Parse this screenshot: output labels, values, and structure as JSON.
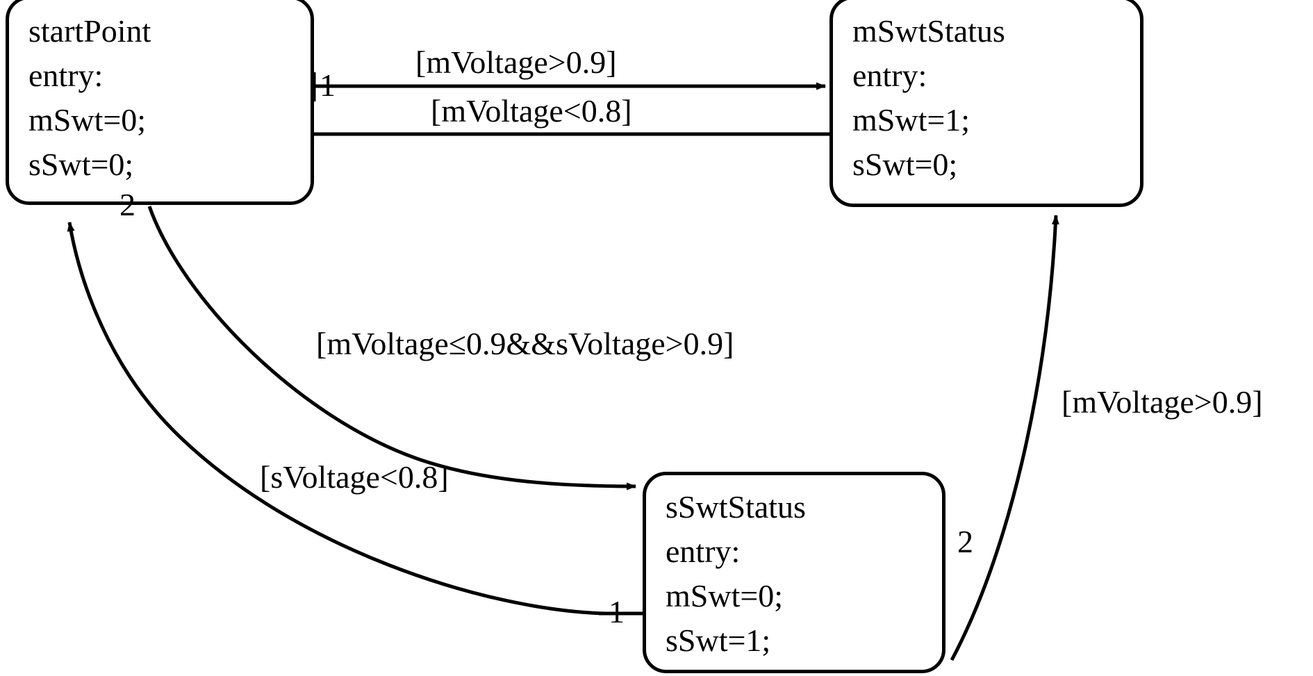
{
  "diagram": {
    "type": "state-machine",
    "title": "",
    "background_color": "#ffffff",
    "line_color": "#000000",
    "states": [
      {
        "id": "startPoint",
        "name": "startPoint",
        "lines": [
          "startPoint",
          "entry:",
          "mSwt=0;",
          "sSwt=0;"
        ]
      },
      {
        "id": "mSwtStatus",
        "name": "mSwtStatus",
        "lines": [
          "mSwtStatus",
          "entry:",
          "mSwt=1;",
          "sSwt=0;"
        ]
      },
      {
        "id": "sSwtStatus",
        "name": "sSwtStatus",
        "lines": [
          "sSwtStatus",
          "entry:",
          "mSwt=0;",
          "sSwt=1;"
        ]
      }
    ],
    "transitions": [
      {
        "from": "startPoint",
        "to": "mSwtStatus",
        "guard": "[mVoltage>0.9]",
        "port": "1"
      },
      {
        "from": "mSwtStatus",
        "to": "startPoint",
        "guard": "[mVoltage<0.8]",
        "port": ""
      },
      {
        "from": "startPoint",
        "to": "sSwtStatus",
        "guard": "[mVoltage≤0.9&&sVoltage>0.9]",
        "port": "2"
      },
      {
        "from": "sSwtStatus",
        "to": "startPoint",
        "guard": "[sVoltage<0.8]",
        "port": "1"
      },
      {
        "from": "sSwtStatus",
        "to": "mSwtStatus",
        "guard": "[mVoltage>0.9]",
        "port": "2"
      }
    ],
    "port_labels": {
      "startpoint_right_1": "1",
      "startpoint_bottom_2": "2",
      "sswtstatus_left_1": "1",
      "sswtstatus_right_2": "2"
    }
  }
}
